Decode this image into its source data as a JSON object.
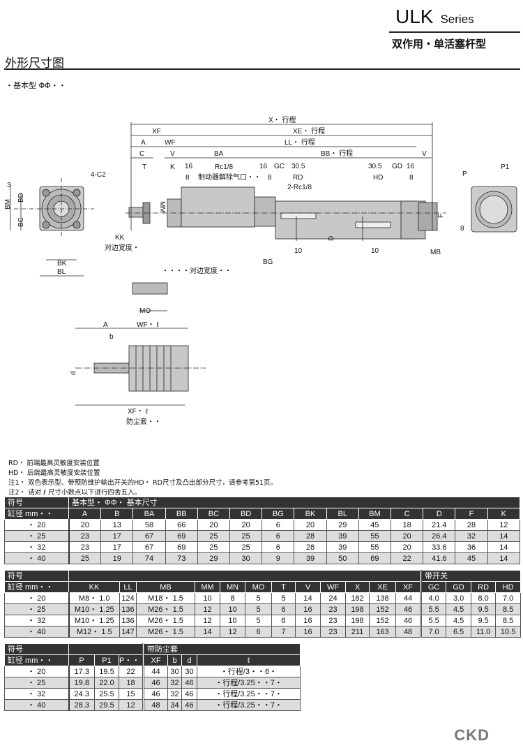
{
  "header": {
    "series_name": "ULK",
    "series_suffix": "Series",
    "subtitle": "双作用・单活塞杆型"
  },
  "section_title": "外形尺寸图",
  "variant_label": "・基本型 ΦΦ・・",
  "drawing": {
    "labels": {
      "x": "X・ 行程",
      "xf": "XF",
      "xe": "XE・ 行程",
      "a": "A",
      "wf": "WF",
      "ll": "LL・ 行程",
      "c": "C",
      "v": "V",
      "ba": "BA",
      "bb": "BB・ 行程",
      "v2": "V",
      "t": "T",
      "k": "K",
      "d16a": "16",
      "rc18": "Rc1/8",
      "d16b": "16",
      "gc": "GC",
      "d305a": "30.5",
      "d305b": "30.5",
      "gd": "GD",
      "d16c": "16",
      "p": "P",
      "p1": "P1",
      "c2": "4-C2",
      "three": "3",
      "d8a": "8",
      "brake": "制动器解除气口・・",
      "d8b": "8",
      "rd": "RD",
      "rc18b": "2-Rc1/8",
      "hd": "HD",
      "d8c": "8",
      "bm": "BM",
      "bd": "BD",
      "bc": "BC",
      "mm": "MM",
      "kk": "KK",
      "flat": "对边宽度・",
      "bk": "BK",
      "bl": "BL",
      "bg": "BG",
      "d10a": "10",
      "d10b": "10",
      "mb": "MB",
      "f": "F",
      "d": "D",
      "eight": "8",
      "flat2": "・・・・对边宽度・・",
      "mo": "MO",
      "a2": "A",
      "b": "b",
      "wfl": "WF・ ℓ",
      "dd": "d",
      "xfl": "XF・ ℓ",
      "boot": "防尘套・・"
    }
  },
  "notes": [
    "RD・ 前端最高灵敏度安装位置",
    "HD・ 后端最高灵敏度安装位置",
    "注1・ 双色表示型、带预防维护输出开关的HD・ RD尺寸及凸出部分尺寸，请参考第51页。",
    "注2・ 请对 ℓ 尺寸小数点以下进行四舍五入。"
  ],
  "table_common": {
    "symbol": "符号",
    "bore": "缸径 mm・・",
    "bores": [
      "・ 20",
      "・ 25",
      "・ 32",
      "・ 40"
    ]
  },
  "table1": {
    "group": "基本型・ ΦΦ・ 基本尺寸",
    "columns": [
      "A",
      "B",
      "BA",
      "BB",
      "BC",
      "BD",
      "BG",
      "BK",
      "BL",
      "BM",
      "C",
      "D",
      "F",
      "K"
    ],
    "rows": [
      [
        "20",
        "13",
        "58",
        "66",
        "20",
        "20",
        "6",
        "20",
        "29",
        "45",
        "18",
        "21.4",
        "28",
        "12"
      ],
      [
        "23",
        "17",
        "67",
        "69",
        "25",
        "25",
        "6",
        "28",
        "39",
        "55",
        "20",
        "26.4",
        "32",
        "14"
      ],
      [
        "23",
        "17",
        "67",
        "69",
        "25",
        "25",
        "6",
        "28",
        "39",
        "55",
        "20",
        "33.6",
        "36",
        "14"
      ],
      [
        "25",
        "19",
        "74",
        "73",
        "29",
        "30",
        "9",
        "39",
        "50",
        "69",
        "22",
        "41.6",
        "45",
        "14"
      ]
    ]
  },
  "table2": {
    "group2": "带开关",
    "columns": [
      "KK",
      "LL",
      "MB",
      "MM",
      "MN",
      "MO",
      "T",
      "V",
      "WF",
      "X",
      "XE",
      "XF",
      "GC",
      "GD",
      "RD",
      "HD"
    ],
    "rows": [
      [
        "M8・ 1.0",
        "124",
        "M18・ 1.5",
        "10",
        "8",
        "5",
        "5",
        "14",
        "24",
        "182",
        "138",
        "44",
        "4.0",
        "3.0",
        "8.0",
        "7.0"
      ],
      [
        "M10・ 1.25",
        "136",
        "M26・ 1.5",
        "12",
        "10",
        "5",
        "6",
        "16",
        "23",
        "198",
        "152",
        "46",
        "5.5",
        "4.5",
        "9.5",
        "8.5"
      ],
      [
        "M10・ 1.25",
        "136",
        "M26・ 1.5",
        "12",
        "10",
        "5",
        "6",
        "16",
        "23",
        "198",
        "152",
        "46",
        "5.5",
        "4.5",
        "9.5",
        "8.5"
      ],
      [
        "M12・ 1.5",
        "147",
        "M26・ 1.5",
        "14",
        "12",
        "6",
        "7",
        "16",
        "23",
        "211",
        "163",
        "48",
        "7.0",
        "6.5",
        "11.0",
        "10.5"
      ]
    ]
  },
  "table3": {
    "group2": "带防尘套",
    "columns": [
      "P",
      "P1",
      "P・・・",
      "XF",
      "b",
      "d",
      "ℓ"
    ],
    "rows": [
      [
        "17.3",
        "19.5",
        "22",
        "44",
        "30",
        "30",
        "・行程/3・・6・"
      ],
      [
        "19.8",
        "22.0",
        "18",
        "46",
        "32",
        "46",
        "・行程/3.25・・7・"
      ],
      [
        "24.3",
        "25.5",
        "15",
        "46",
        "32",
        "46",
        "・行程/3.25・・7・"
      ],
      [
        "28.3",
        "29.5",
        "12",
        "48",
        "34",
        "46",
        "・行程/3.25・・7・"
      ]
    ]
  },
  "logo": "CKD"
}
